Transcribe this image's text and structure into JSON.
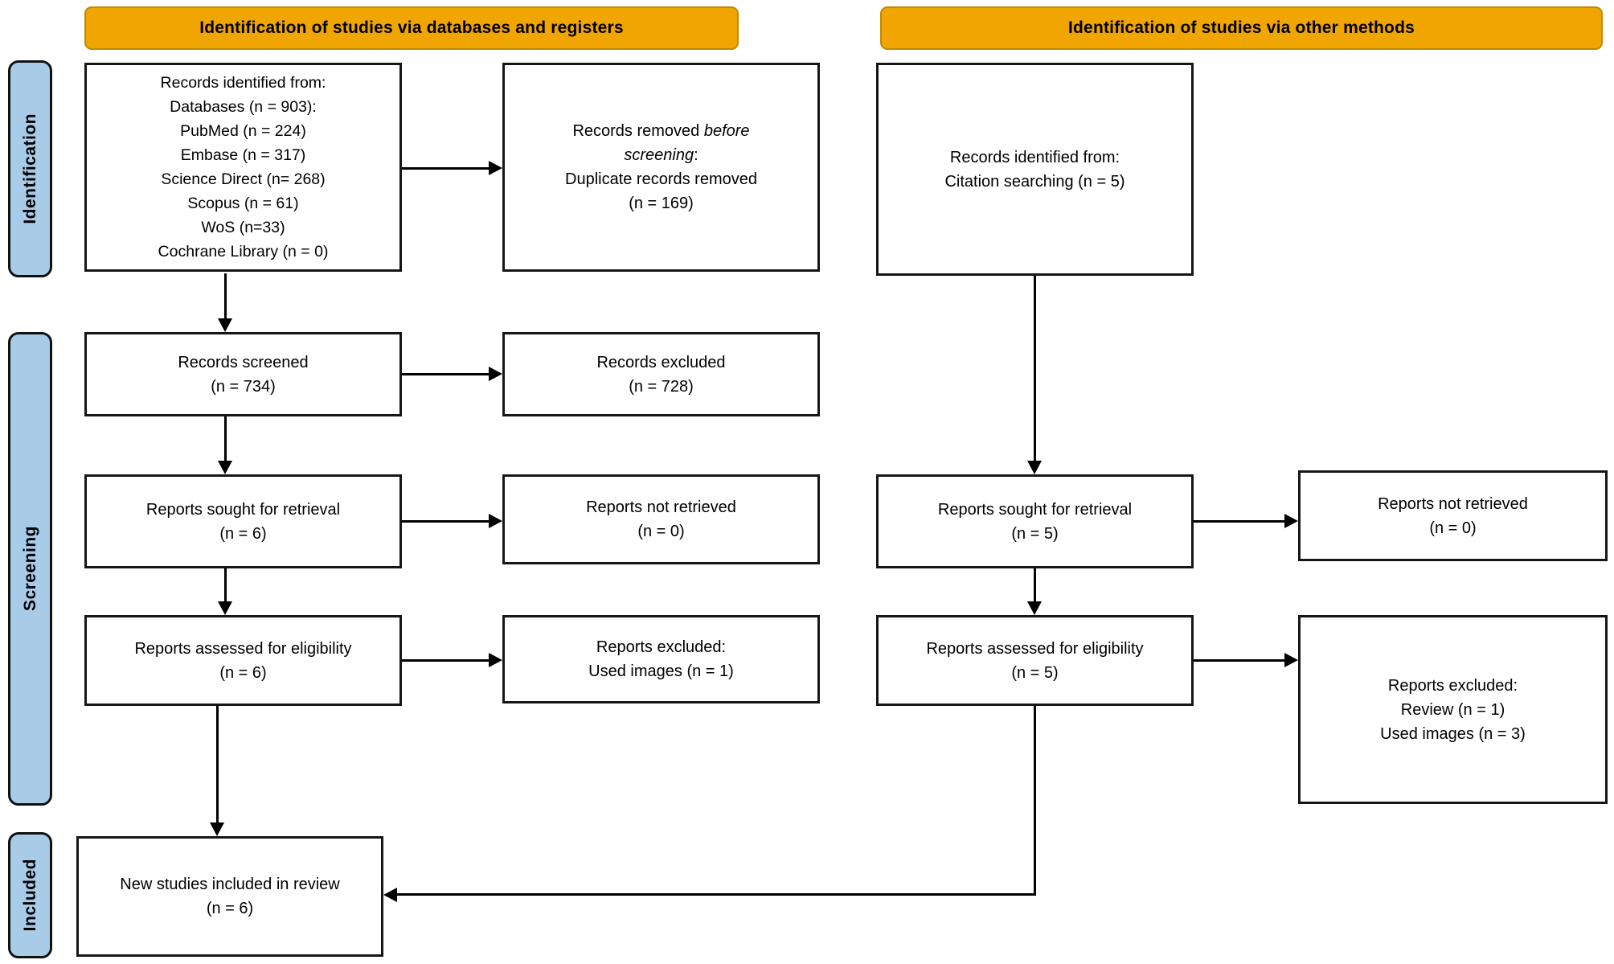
{
  "title_banners": {
    "databases": "Identification of studies via databases and registers",
    "other_methods": "Identification of studies via other methods"
  },
  "side_labels": {
    "identification": "Identification",
    "screening": "Screening",
    "included": "Included"
  },
  "colors": {
    "banner_bg": "#F0A500",
    "banner_border": "#BD8A00",
    "rail_bg": "#A8CBE8",
    "box_border": "#161616",
    "arrow": "#000000"
  },
  "boxes": {
    "records_identified_databases": {
      "lines": [
        "Records identified from:",
        "Databases (n = 903):",
        "PubMed (n = 224)",
        "Embase (n = 317)",
        "Science Direct (n= 268)",
        "Scopus (n = 61)",
        "WoS (n=33)",
        "Cochrane Library (n = 0)"
      ]
    },
    "records_removed": {
      "l1_normal": "Records removed",
      "l1_italic": "before",
      "l2_italic": "screening",
      "l2_normal": ":",
      "l3": "Duplicate records removed",
      "l4": "(n = 169)"
    },
    "records_identified_citation": {
      "lines": [
        "Records identified from:",
        "Citation searching (n = 5)"
      ]
    },
    "records_screened": {
      "lines": [
        "Records screened",
        "(n = 734)"
      ]
    },
    "records_excluded": {
      "lines": [
        "Records excluded",
        "(n = 728)"
      ]
    },
    "reports_sought_databases": {
      "lines": [
        "Reports sought for retrieval",
        "(n = 6)"
      ]
    },
    "reports_not_retrieved_databases": {
      "lines": [
        "Reports not retrieved",
        "(n = 0)"
      ]
    },
    "reports_sought_other": {
      "lines": [
        "Reports sought for retrieval",
        "(n = 5)"
      ]
    },
    "reports_not_retrieved_other": {
      "lines": [
        "Reports not retrieved",
        "(n = 0)"
      ]
    },
    "reports_assessed_databases": {
      "lines": [
        "Reports assessed for eligibility",
        "(n = 6)"
      ]
    },
    "reports_excluded_databases": {
      "lines": [
        "Reports excluded:",
        "Used images (n = 1)"
      ]
    },
    "reports_assessed_other": {
      "lines": [
        "Reports assessed for eligibility",
        "(n = 5)"
      ]
    },
    "reports_excluded_other": {
      "lines": [
        "Reports excluded:",
        "Review (n = 1)",
        "Used images (n = 3)"
      ]
    },
    "new_studies_included": {
      "lines": [
        "New studies included in review",
        "(n = 6)"
      ]
    }
  }
}
